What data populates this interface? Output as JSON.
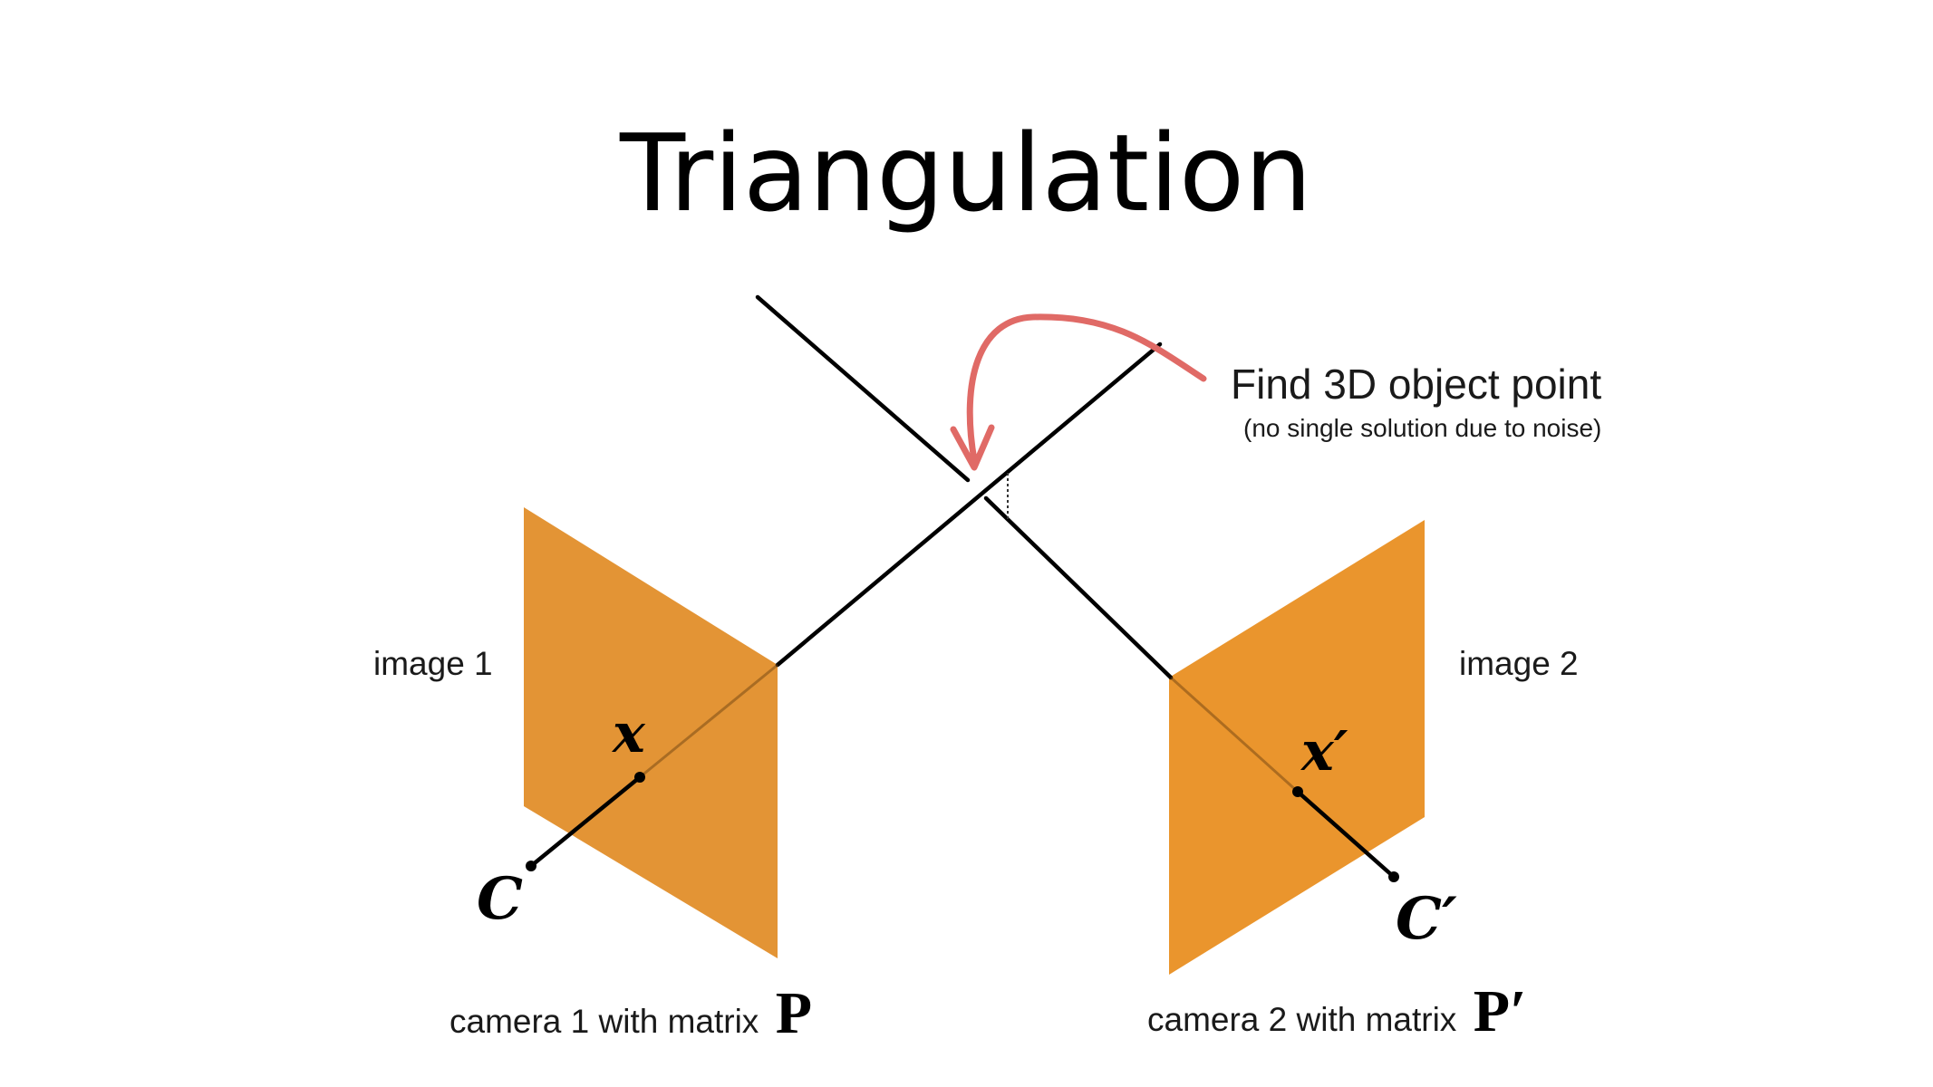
{
  "title": "Triangulation",
  "callout": {
    "main": "Find 3D object point",
    "note": "(no single solution due to noise)"
  },
  "image_labels": {
    "left": "image 1",
    "right": "image 2"
  },
  "points": {
    "x_left": "x",
    "x_right": "x′",
    "c_left": "C",
    "c_right": "C′"
  },
  "cameras": {
    "left_caption": "camera 1 with matrix",
    "left_matrix": "P",
    "right_caption": "camera 2 with matrix",
    "right_matrix": "P′"
  },
  "colors": {
    "image_plane": "#E28E2A",
    "arrow": "#E06A66",
    "line": "#000000"
  }
}
